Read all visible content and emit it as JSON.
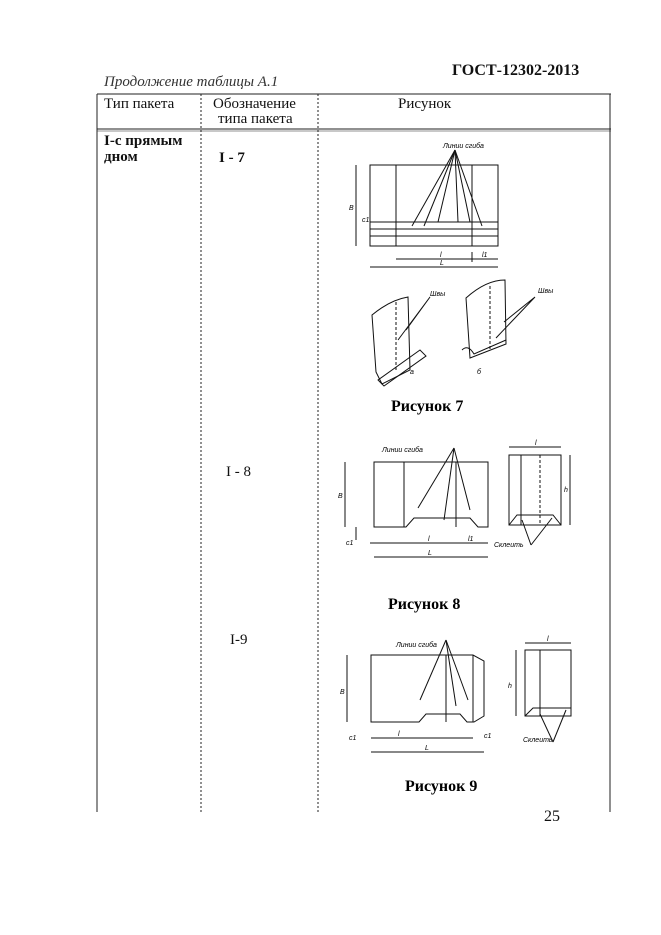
{
  "header": {
    "standard": "ГОСТ-12302-2013",
    "continuation": "Продолжение таблицы А.1"
  },
  "table": {
    "columns": [
      "Тип пакета",
      "Обозначение\nтипа пакета",
      "Рисунок"
    ],
    "col2_line1": "Обозначение",
    "col2_line2": "типа пакета",
    "type_line1": "I-с прямым",
    "type_line2": "дном",
    "rows": [
      {
        "designation": "I - 7",
        "caption": "Рисунок 7"
      },
      {
        "designation": "I - 8",
        "caption": "Рисунок 8"
      },
      {
        "designation": "I-9",
        "caption": "Рисунок 9"
      }
    ]
  },
  "figure_labels": {
    "fold_lines": "Линии сгиба",
    "seams": "Швы",
    "glue": "Склеить",
    "variant_a": "а",
    "variant_b": "б",
    "B": "B",
    "c1": "c1",
    "l": "l",
    "l1": "l1",
    "L": "L",
    "h": "h"
  },
  "page_number": "25"
}
